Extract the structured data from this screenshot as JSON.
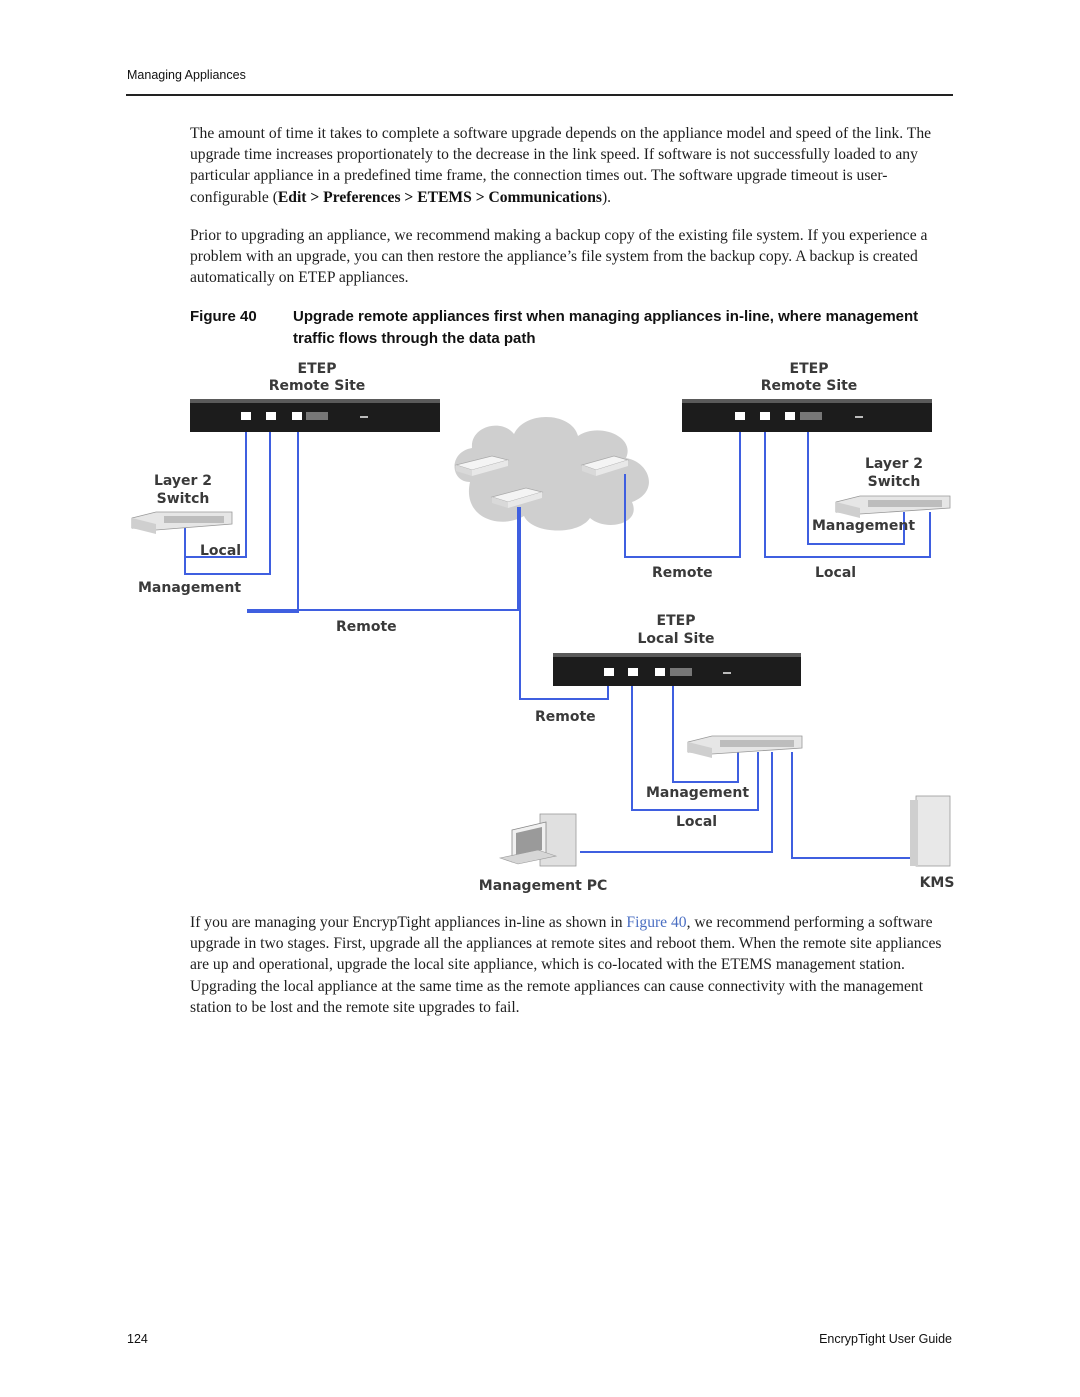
{
  "header": {
    "section": "Managing Appliances"
  },
  "paragraphs": {
    "p1": {
      "text_before": "The amount of time it takes to complete a software upgrade depends on the appliance model and speed of the link. The upgrade time increases proportionately to the decrease in the link speed. If software is not successfully loaded to any particular appliance in a predefined time frame, the connection times out. The software upgrade timeout is user-configurable (",
      "menu_path": "Edit > Preferences > ETEMS > Communications",
      "text_after": ")."
    },
    "p2": "Prior to upgrading an appliance, we recommend making a backup copy of the existing file system. If you experience a problem with an upgrade, you can then restore the appliance’s file system from the backup copy. A backup is created automatically on ETEP appliances.",
    "p3": {
      "text_before": "If you are managing your EncrypTight appliances in-line as shown in ",
      "link": "Figure 40",
      "text_after": ", we recommend performing a software upgrade in two stages. First, upgrade all the appliances at remote sites and reboot them. When the remote site appliances are up and operational, upgrade the local site appliance, which is co-located with the ETEMS management station. Upgrading the local appliance at the same time as the remote appliances can cause connectivity with the management station to be lost and the remote site upgrades to fail."
    }
  },
  "figure": {
    "number": "Figure 40",
    "title": "Upgrade remote appliances first when managing appliances in-line, where management traffic flows through the data path",
    "labels": {
      "etep_left": "ETEP",
      "remote_site_left": "Remote Site",
      "etep_right": "ETEP",
      "remote_site_right": "Remote Site",
      "layer2_left": "Layer 2",
      "switch_left": "Switch",
      "local_left": "Local",
      "management_left": "Management",
      "remote_left": "Remote",
      "layer2_right": "Layer 2",
      "switch_right": "Switch",
      "management_right": "Management",
      "remote_right": "Remote",
      "local_right": "Local",
      "etep_local": "ETEP",
      "local_site": "Local Site",
      "remote_center": "Remote",
      "management_center": "Management",
      "local_center": "Local",
      "management_pc": "Management PC",
      "kms": "KMS"
    },
    "colors": {
      "link": "#3f5fe0",
      "appliance": "#1c1c1c",
      "cloud": "#cfcfcf",
      "label": "#3a3a3a"
    }
  },
  "footer": {
    "page_number": "124",
    "doc_title": "EncrypTight User Guide"
  }
}
